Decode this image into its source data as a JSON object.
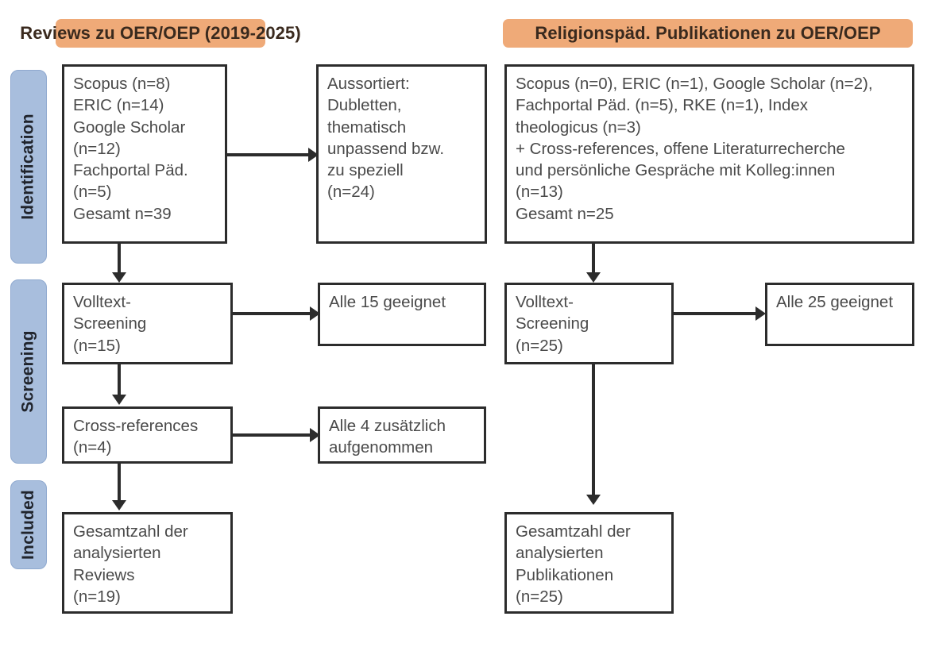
{
  "headers": {
    "left": "Reviews zu OER/OEP (2019-2025)",
    "right": "Religionspäd. Publikationen zu OER/OEP"
  },
  "stages": [
    {
      "id": "identification",
      "label": "Identification"
    },
    {
      "id": "screening",
      "label": "Screening"
    },
    {
      "id": "included",
      "label": "Included"
    }
  ],
  "colors": {
    "header_pill": "#efaa78",
    "stage_pill": "#a8bedd",
    "box_border": "#2c2c2c",
    "text": "#4a4a4a",
    "background": "#ffffff"
  },
  "left_column": {
    "identification_sources": "Scopus (n=8)\nERIC (n=14)\nGoogle Scholar\n(n=12)\nFachportal Päd.\n(n=5)\nGesamt n=39",
    "excluded": "Aussortiert:\nDubletten,\nthematisch\nunpassend bzw.\nzu speziell\n(n=24)",
    "fulltext_screening": "Volltext-\nScreening\n(n=15)",
    "fulltext_result": "Alle 15 geeignet",
    "cross_references": "Cross-references\n(n=4)",
    "cross_references_result": "Alle 4 zusätzlich\naufgenommen",
    "included_total": "Gesamtzahl der\nanalysierten\nReviews\n(n=19)"
  },
  "right_column": {
    "identification_sources": "Scopus (n=0), ERIC (n=1), Google Scholar (n=2),\nFachportal Päd. (n=5), RKE (n=1), Index\ntheologicus (n=3)\n+ Cross-references, offene Literaturrecherche\nund persönliche Gespräche mit Kolleg:innen\n(n=13)\nGesamt n=25",
    "fulltext_screening": "Volltext-\nScreening\n(n=25)",
    "fulltext_result": "Alle 25 geeignet",
    "included_total": "Gesamtzahl der\nanalysierten\nPublikationen\n(n=25)"
  },
  "counts": {
    "left_scopus": 8,
    "left_eric": 14,
    "left_google_scholar": 12,
    "left_fachportal": 5,
    "left_total_identified": 39,
    "left_excluded": 24,
    "left_fulltext_screened": 15,
    "left_fulltext_eligible": 15,
    "left_cross_references": 4,
    "left_cross_references_added": 4,
    "left_included": 19,
    "right_scopus": 0,
    "right_eric": 1,
    "right_google_scholar": 2,
    "right_fachportal": 5,
    "right_rke": 1,
    "right_index_theologicus": 3,
    "right_other_sources": 13,
    "right_total_identified": 25,
    "right_fulltext_screened": 25,
    "right_fulltext_eligible": 25,
    "right_included": 25
  }
}
